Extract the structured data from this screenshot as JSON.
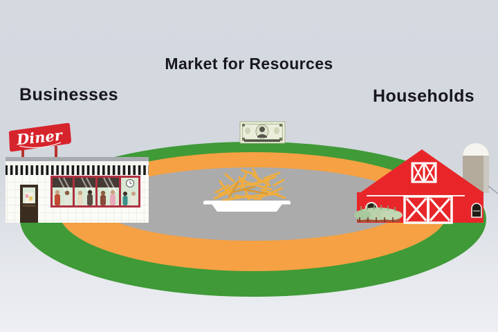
{
  "title": {
    "text": "Market for Resources"
  },
  "labels": {
    "businesses": "Businesses",
    "households": "Households"
  },
  "diner": {
    "sign_text": "Diner"
  },
  "icons": {
    "dollar_bill": "dollar-bill-icon",
    "plate_of_resources": "fries-plate-icon",
    "business_building": "diner-building-icon",
    "household_building": "barn-icon",
    "silo": "silo-icon"
  },
  "colors": {
    "background_top": "#d3d7de",
    "background_bottom": "#edeff3",
    "outer_ring_green": "#3f9a37",
    "middle_ring_orange": "#f5a144",
    "inner_floor_gray": "#ababab",
    "barn_red": "#e8262a",
    "sign_red": "#d6242c",
    "fries_gold": "#f0ad3e",
    "money_paper": "#eaeedb",
    "text": "#17171d"
  }
}
